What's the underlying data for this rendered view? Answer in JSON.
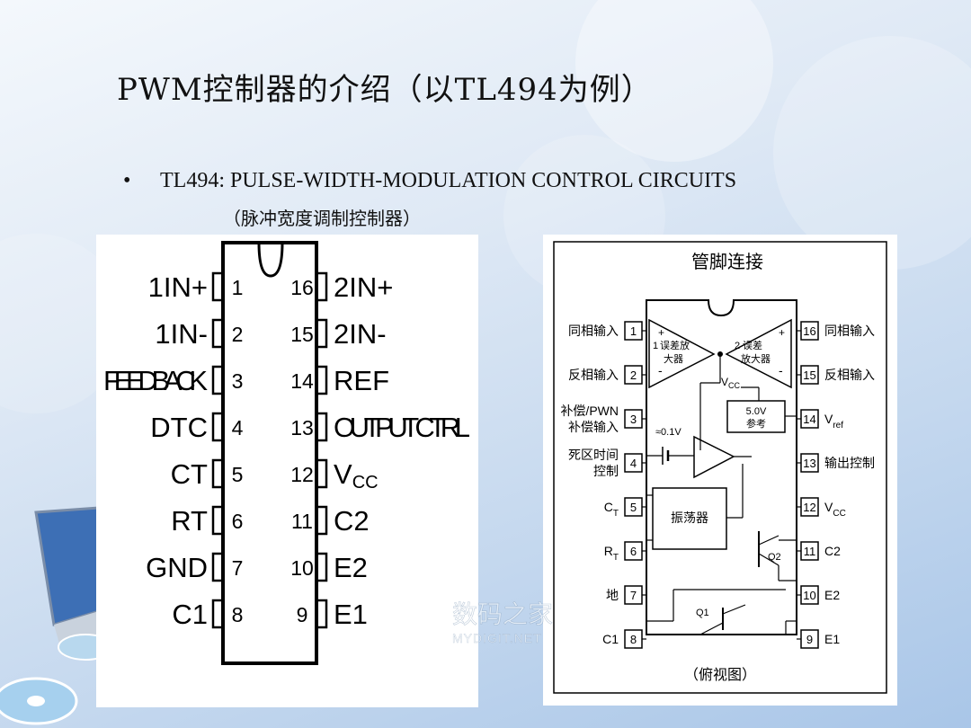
{
  "slide": {
    "title": "PWM控制器的介绍（以TL494为例）",
    "bullet_dot": "•",
    "bullet_text": "TL494:  PULSE-WIDTH-MODULATION CONTROL CIRCUITS",
    "bullet_sub": "（脉冲宽度调制控制器）"
  },
  "left_diagram": {
    "left_pins": [
      {
        "num": "1",
        "label": "1IN+"
      },
      {
        "num": "2",
        "label": "1IN-"
      },
      {
        "num": "3",
        "label": "FEEDBACK"
      },
      {
        "num": "4",
        "label": "DTC"
      },
      {
        "num": "5",
        "label": "CT"
      },
      {
        "num": "6",
        "label": "RT"
      },
      {
        "num": "7",
        "label": "GND"
      },
      {
        "num": "8",
        "label": "C1"
      }
    ],
    "right_pins": [
      {
        "num": "16",
        "label": "2IN+"
      },
      {
        "num": "15",
        "label": "2IN-"
      },
      {
        "num": "14",
        "label": "REF"
      },
      {
        "num": "13",
        "label": "OUTPUT CTRL"
      },
      {
        "num": "12",
        "label": "V",
        "sub": "CC"
      },
      {
        "num": "11",
        "label": "C2"
      },
      {
        "num": "10",
        "label": "E2"
      },
      {
        "num": "9",
        "label": "E1"
      }
    ]
  },
  "right_diagram": {
    "heading": "管脚连接",
    "footer": "（俯视图）",
    "left_pins": [
      {
        "num": "1",
        "label": "同相输入"
      },
      {
        "num": "2",
        "label": "反相输入"
      },
      {
        "num": "3",
        "label": "补偿/PWN",
        "label2": "补偿输入"
      },
      {
        "num": "4",
        "label": "死区时间",
        "label2": "控制"
      },
      {
        "num": "5",
        "label": "C",
        "sub": "T"
      },
      {
        "num": "6",
        "label": "R",
        "sub": "T"
      },
      {
        "num": "7",
        "label": "地"
      },
      {
        "num": "8",
        "label": "C1"
      }
    ],
    "right_pins": [
      {
        "num": "16",
        "label": "同相输入"
      },
      {
        "num": "15",
        "label": "反相输入"
      },
      {
        "num": "14",
        "label": "V",
        "sub": "ref"
      },
      {
        "num": "13",
        "label": "输出控制"
      },
      {
        "num": "12",
        "label": "V",
        "sub": "CC"
      },
      {
        "num": "11",
        "label": "C2"
      },
      {
        "num": "10",
        "label": "E2"
      },
      {
        "num": "9",
        "label": "E1"
      }
    ],
    "amp1_label": "误差放",
    "amp1_label2": "大器",
    "amp2_label": "误差",
    "amp2_label2": "放大器",
    "amp1_num": "1",
    "amp2_num": "2",
    "plus_sign": "+",
    "minus_sign": "-",
    "vcc_label": "V",
    "vcc_sub": "CC",
    "ref_label": "5.0V",
    "ref_label2": "参考",
    "dt_label": "≈0.1V",
    "osc_label": "振荡器",
    "q1_label": "Q1",
    "q2_label": "Q2"
  },
  "watermark": {
    "cn": "数码之家",
    "en": "MYDIGIT.NET"
  }
}
